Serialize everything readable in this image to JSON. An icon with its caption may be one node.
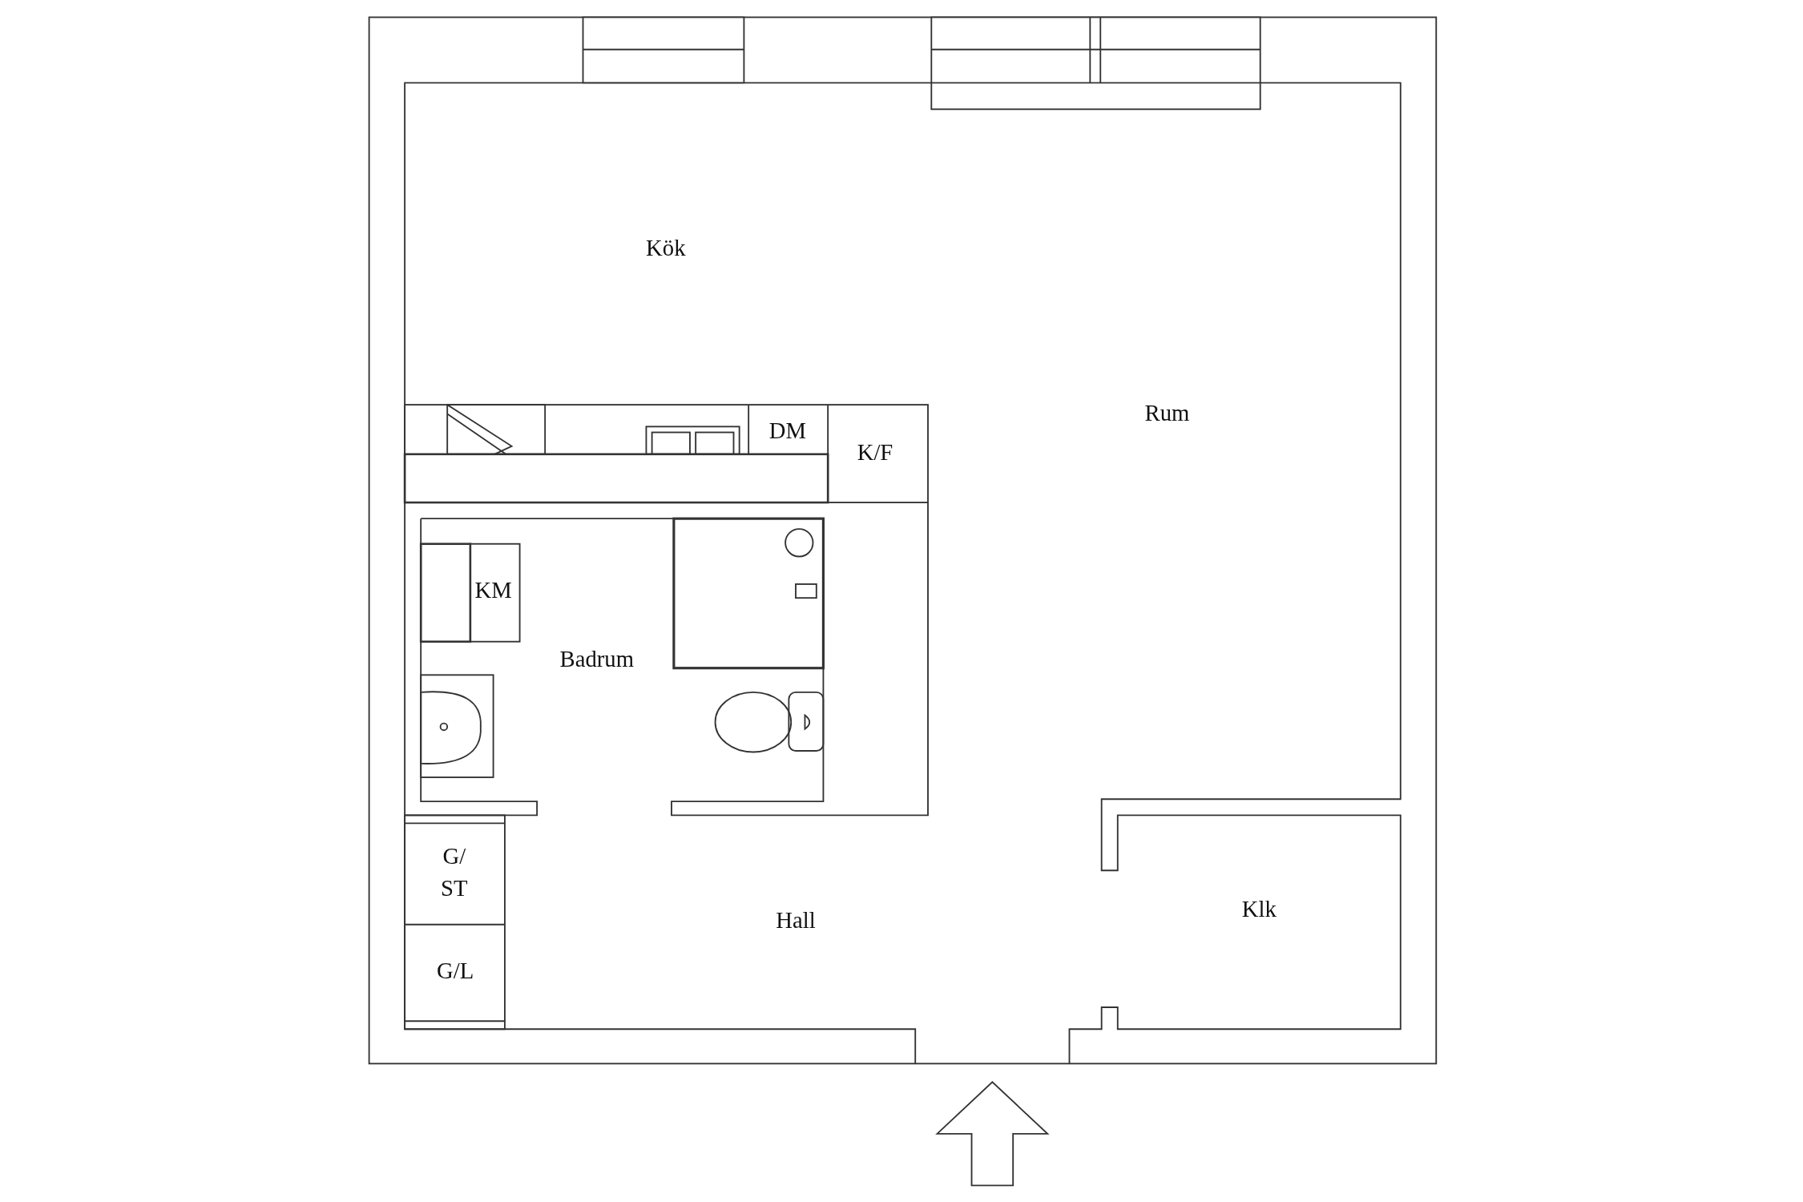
{
  "diagram": {
    "labels": [
      "Kök",
      "Rum",
      "DM",
      "K/F",
      "KM",
      "Badrum",
      "G/ ST",
      "G/L",
      "Hall",
      "Klk"
    ]
  }
}
